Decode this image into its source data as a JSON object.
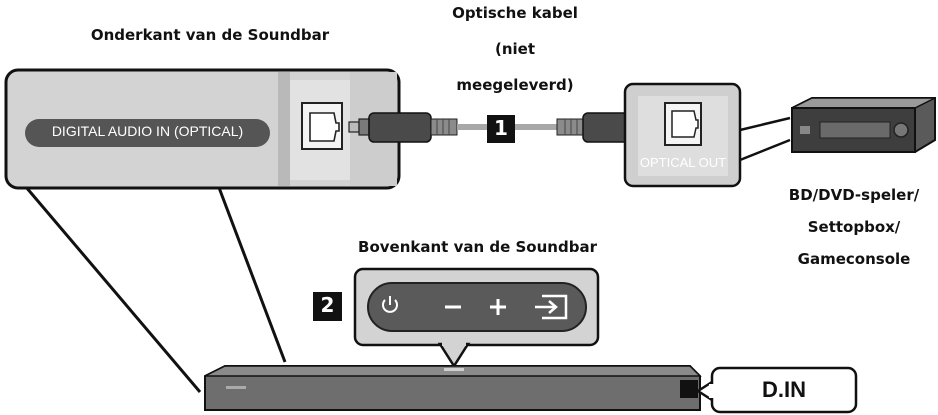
{
  "labels": {
    "bottom_of_soundbar": "Onderkant van de Soundbar",
    "cable_line1": "Optische kabel",
    "cable_line2": "(niet",
    "cable_line3": "meegeleverd)",
    "device_line1": "BD/DVD-speler/",
    "device_line2": "Settopbox/",
    "device_line3": "Gameconsole",
    "top_of_soundbar": "Bovenkant van de Soundbar"
  },
  "panel": {
    "port_label": "DIGITAL AUDIO IN (OPTICAL)",
    "optical_out_label": "OPTICAL OUT"
  },
  "steps": {
    "step1": "1",
    "step2": "2"
  },
  "display_text": "D.IN",
  "colors": {
    "panel_bg": "#d3d3d3",
    "panel_dark": "#9a9a9a",
    "port_pill": "#555555",
    "outline": "#111111",
    "soundbar": "#6e6e6e",
    "soundbar_top": "#8a8a8a",
    "button_panel": "#5a5a5a"
  },
  "icons": [
    "power-icon",
    "minus-icon",
    "plus-icon",
    "source-input-icon"
  ]
}
